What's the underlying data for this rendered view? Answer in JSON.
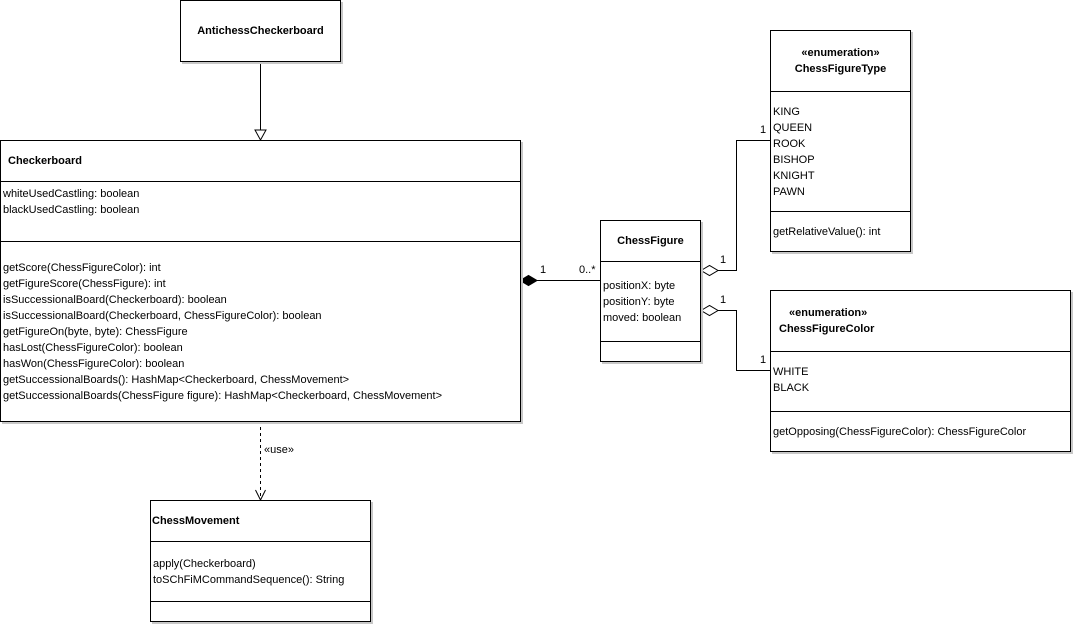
{
  "classes": {
    "antichess_checkerboard": {
      "name": "AntichessCheckerboard"
    },
    "checkerboard": {
      "name": "Checkerboard",
      "attributes": [
        "whiteUsedCastling: boolean",
        "blackUsedCastling: boolean"
      ],
      "operations": [
        "getScore(ChessFigureColor): int",
        "getFigureScore(ChessFigure): int",
        "isSuccessionalBoard(Checkerboard): boolean",
        "isSuccessionalBoard(Checkerboard, ChessFigureColor): boolean",
        "getFigureOn(byte, byte): ChessFigure",
        "hasLost(ChessFigureColor): boolean",
        "hasWon(ChessFigureColor): boolean",
        "getSuccessionalBoards(): HashMap<Checkerboard, ChessMovement>",
        "getSuccessionalBoards(ChessFigure figure):  HashMap<Checkerboard, ChessMovement>"
      ]
    },
    "chess_movement": {
      "name": "ChessMovement",
      "operations": [
        "apply(Checkerboard)",
        "toSChFiMCommandSequence(): String"
      ]
    },
    "chess_figure": {
      "name": "ChessFigure",
      "attributes": [
        "positionX: byte",
        "positionY: byte",
        "moved: boolean"
      ]
    },
    "chess_figure_type": {
      "stereotype": "«enumeration»",
      "name": "ChessFigureType",
      "literals": [
        "KING",
        "QUEEN",
        "ROOK",
        "BISHOP",
        "KNIGHT",
        "PAWN"
      ],
      "operations": [
        "getRelativeValue(): int"
      ]
    },
    "chess_figure_color": {
      "stereotype": "«enumeration»",
      "name": "ChessFigureColor",
      "literals": [
        "WHITE",
        "BLACK"
      ],
      "operations": [
        "getOpposing(ChessFigureColor): ChessFigureColor"
      ]
    }
  },
  "relations": {
    "use_label": "«use»",
    "board_figure": {
      "source_mult": "1",
      "target_mult": "0..*"
    },
    "figure_type": {
      "source_mult": "1",
      "target_mult": "1"
    },
    "figure_color": {
      "source_mult": "1",
      "target_mult": "1"
    }
  }
}
